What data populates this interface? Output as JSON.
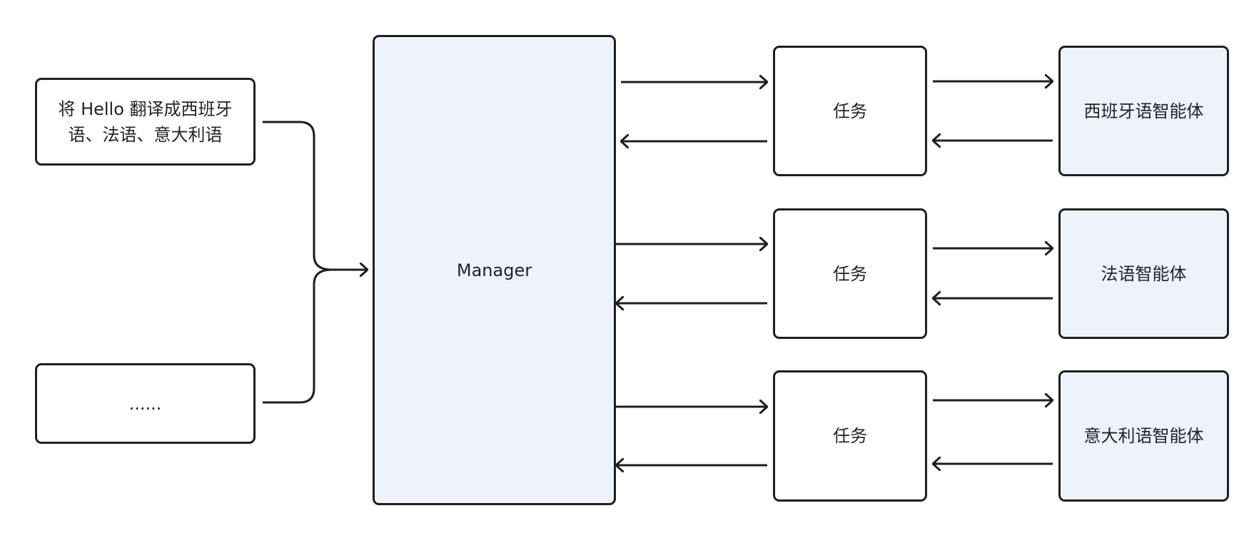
{
  "input_request": {
    "line1": "将 Hello 翻译成西班牙",
    "line2": "语、法语、意大利语"
  },
  "input_more": {
    "label": "......"
  },
  "manager": {
    "label": "Manager"
  },
  "tasks": [
    {
      "label": "任务"
    },
    {
      "label": "任务"
    },
    {
      "label": "任务"
    }
  ],
  "agents": [
    {
      "label": "西班牙语智能体"
    },
    {
      "label": "法语智能体"
    },
    {
      "label": "意大利语智能体"
    }
  ],
  "colors": {
    "stroke": "#1f1f1f",
    "blue_fill": "#eef3fb",
    "white_fill": "#ffffff",
    "text": "#1f2329"
  }
}
